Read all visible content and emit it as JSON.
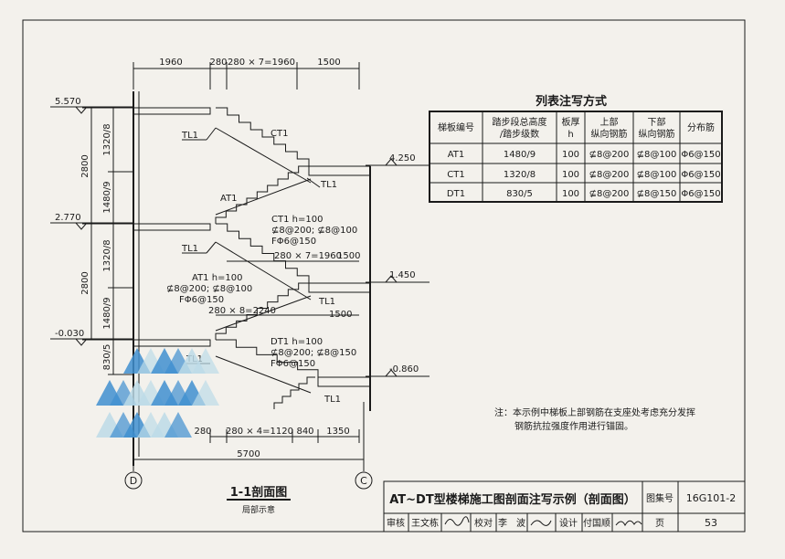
{
  "colors": {
    "ink": "#1a1a1a",
    "paper": "#f3f1ec",
    "watermark_blue": "#3f8fd0"
  },
  "dimensions_top": [
    "1960",
    "280",
    "280 × 7=1960",
    "1500"
  ],
  "elevations": {
    "left": [
      "5.570",
      "2.770",
      "-0.030"
    ],
    "right": [
      "4.250",
      "1.450",
      "-0.860"
    ]
  },
  "vertical_dims": {
    "outer": [
      "2800",
      "2800"
    ],
    "inner": [
      "1320/8",
      "1480/9",
      "1320/8",
      "1480/9",
      "830/5"
    ]
  },
  "stair_labels": {
    "tl1": "TL1",
    "ct1": "CT1",
    "at1": "AT1",
    "ct1_note": [
      "CT1  h=100",
      "⊈8@200; ⊈8@100",
      "FΦ6@150"
    ],
    "at1_note": [
      "AT1  h=100",
      "⊈8@200; ⊈8@100",
      "FΦ6@150"
    ],
    "dt1_note": [
      "DT1  h=100",
      "⊈8@200; ⊈8@150",
      "FΦ6@150"
    ]
  },
  "mid_dims": {
    "d1": "280 × 7=1960",
    "d1b": "1500",
    "d2": "280 × 8=2240",
    "d2b": "1500"
  },
  "bottom_dims": [
    "280",
    "280 × 4=1120",
    "840",
    "1350"
  ],
  "total_dim": "5700",
  "axes": [
    "D",
    "C"
  ],
  "section_title": "1-1剖面图",
  "section_subtitle": "局部示意",
  "table": {
    "title": "列表注写方式",
    "headers": [
      [
        "梯板编号",
        ""
      ],
      [
        "踏步段总高度",
        "/踏步级数"
      ],
      [
        "板厚",
        "h"
      ],
      [
        "上部",
        "纵向钢筋"
      ],
      [
        "下部",
        "纵向钢筋"
      ],
      [
        "分布筋",
        ""
      ]
    ],
    "rows": [
      [
        "AT1",
        "1480/9",
        "100",
        "⊈8@200",
        "⊈8@100",
        "Φ6@150"
      ],
      [
        "CT1",
        "1320/8",
        "100",
        "⊈8@200",
        "⊈8@100",
        "Φ6@150"
      ],
      [
        "DT1",
        "830/5",
        "100",
        "⊈8@200",
        "⊈8@150",
        "Φ6@150"
      ]
    ]
  },
  "note": {
    "line1": "注：本示例中梯板上部钢筋在支座处考虑充分发挥",
    "line2": "钢筋抗拉强度作用进行锚固。"
  },
  "title_block": {
    "title": "AT~DT型楼梯施工图剖面注写示例（剖面图）",
    "atlas_label": "图集号",
    "atlas_no": "16G101-2",
    "review_label": "审核",
    "review_name": "王文栋",
    "check_label": "校对",
    "check_name": "李　波",
    "design_label": "设计",
    "design_name": "付国顺",
    "page_label": "页",
    "page_no": "53"
  }
}
